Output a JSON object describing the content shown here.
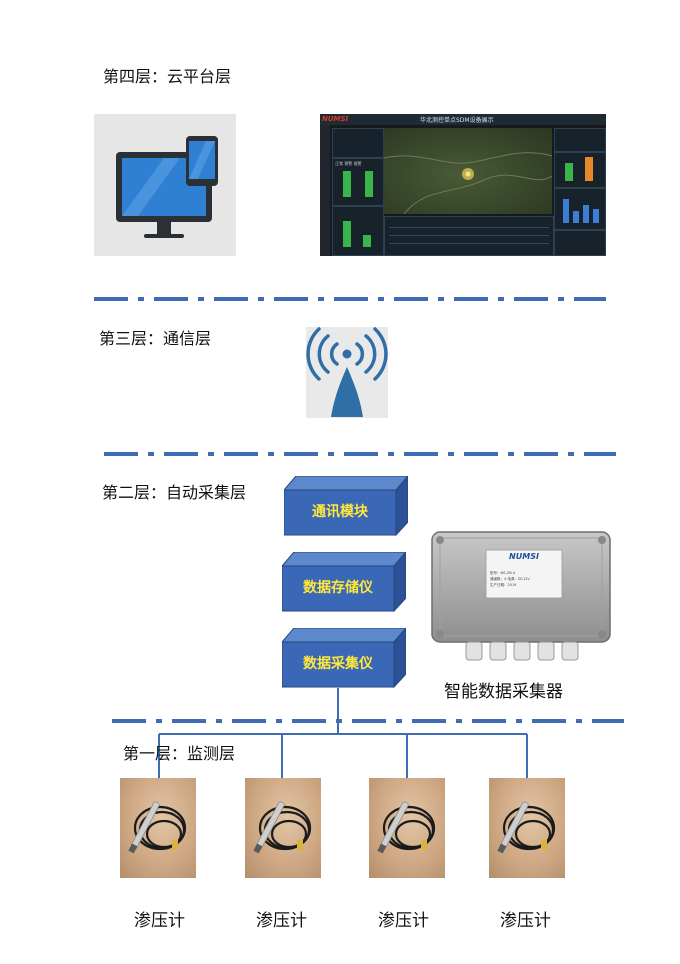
{
  "layers": {
    "layer4": "第四层：云平台层",
    "layer3": "第三层：通信层",
    "layer2": "第二层：自动采集层",
    "layer1": "第一层：监测层"
  },
  "boxes": {
    "comm_module": "通讯模块",
    "data_storage": "数据存储仪",
    "data_collector": "数据采集仪"
  },
  "device_caption": "智能数据采集器",
  "sensors": [
    "渗压计",
    "渗压计",
    "渗压计",
    "渗压计"
  ],
  "device_panel": {
    "logo": "NUMSI",
    "label_lines": [
      "型号：NS-ZN-4",
      "通道数：4  电源：DC12V",
      "生产日期：2019"
    ]
  },
  "dashboard": {
    "title": "华北测控单点SDM设备展示",
    "legend_items": [
      "正常",
      "预警",
      "报警"
    ]
  },
  "colors": {
    "separator": "#3f6db3",
    "box_front": "#3a67b6",
    "box_top": "#5e88cc",
    "box_side": "#2c5196",
    "box_text": "#ffe83a",
    "wire": "#3f6db3",
    "wifi": "#2f6fa6"
  }
}
